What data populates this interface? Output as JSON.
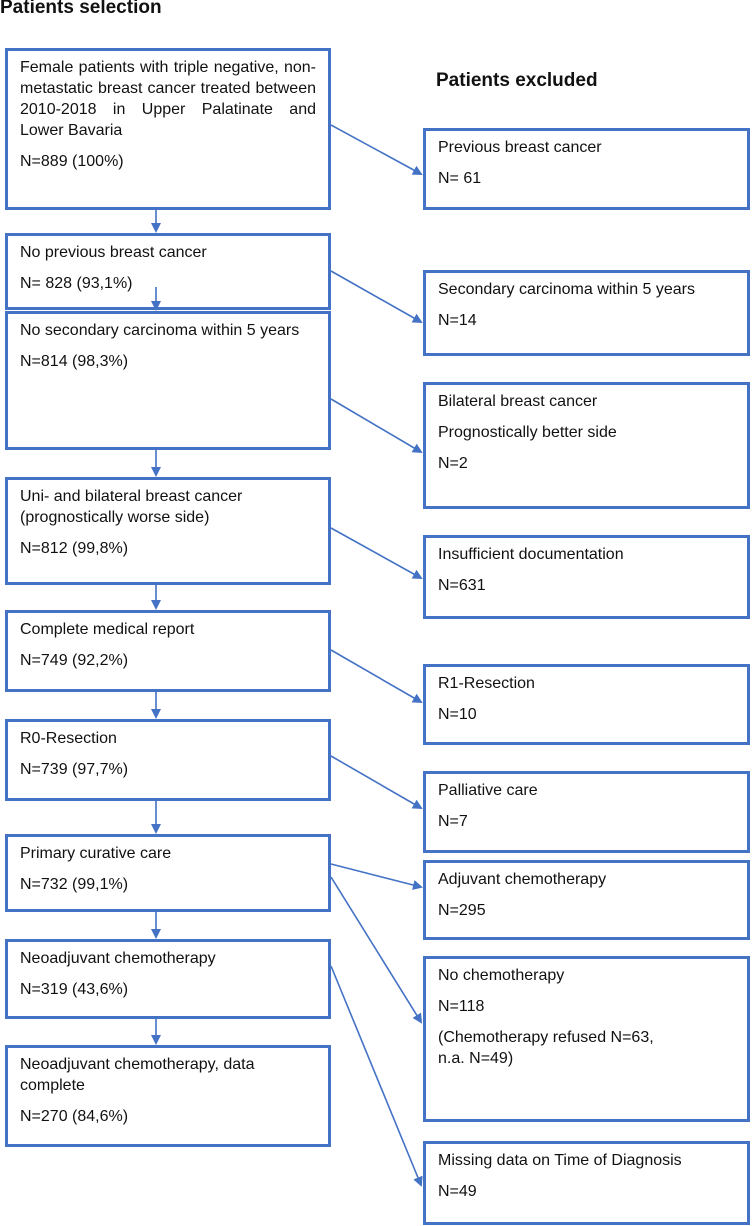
{
  "headings": {
    "left": "Patients selection",
    "right": "Patients excluded"
  },
  "left_boxes": [
    {
      "label": "Female patients with triple negative, non-metastatic breast cancer treated between 2010-2018 in Upper Palatinate and Lower Bavaria",
      "n": "N=889 (100%)"
    },
    {
      "label": "No previous breast cancer",
      "n": "N= 828 (93,1%)"
    },
    {
      "label": "No secondary carcinoma within 5 years",
      "n": "N=814 (98,3%)"
    },
    {
      "label": "Uni- and bilateral breast cancer (prognostically worse side)",
      "n": "N=812 (99,8%)"
    },
    {
      "label": "Complete medical report",
      "n": "N=749 (92,2%)"
    },
    {
      "label": "R0-Resection",
      "n": "N=739 (97,7%)"
    },
    {
      "label": "Primary curative care",
      "n": "N=732 (99,1%)"
    },
    {
      "label": "Neoadjuvant chemotherapy",
      "n": "N=319 (43,6%)"
    },
    {
      "label": "Neoadjuvant chemotherapy, data complete",
      "n": "N=270 (84,6%)"
    }
  ],
  "right_boxes": [
    {
      "label": "Previous breast cancer",
      "n": "N= 61"
    },
    {
      "label": "Secondary carcinoma within 5 years",
      "n": "N=14"
    },
    {
      "label": "Bilateral breast cancer",
      "sub": "Prognostically better side",
      "n": "N=2"
    },
    {
      "label": "Insufficient documentation",
      "n": "N=631"
    },
    {
      "label": "R1-Resection",
      "n": "N=10"
    },
    {
      "label": "Palliative care",
      "n": "N=7"
    },
    {
      "label": "Adjuvant chemotherapy",
      "n": "N=295"
    },
    {
      "label": "No chemotherapy",
      "n": "N=118",
      "note1": "(Chemotherapy refused N=63,",
      "note2": "n.a. N=49)"
    },
    {
      "label": "Missing data on Time of Diagnosis",
      "n": "N=49"
    }
  ],
  "colors": {
    "border": "#4472C4",
    "arrow": "#4472C4"
  }
}
